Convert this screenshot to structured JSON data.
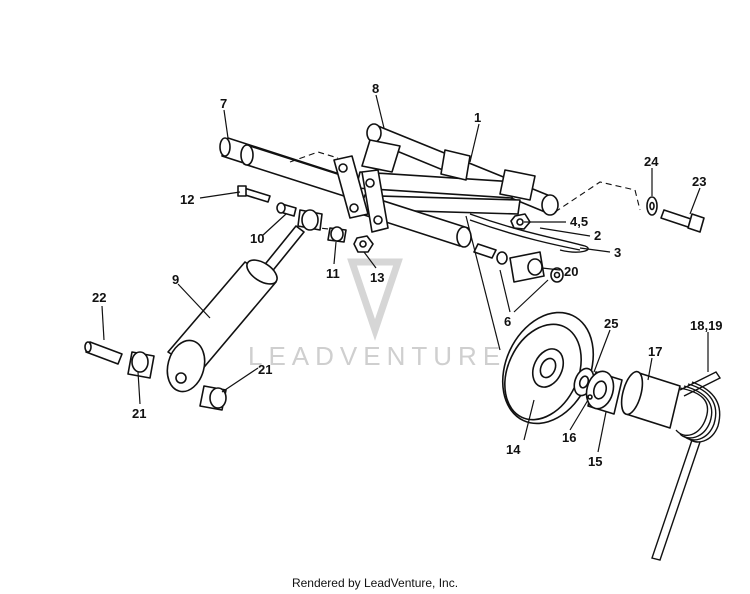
{
  "watermark": {
    "text": "LEADVENTURE"
  },
  "footer": {
    "text": "Rendered by LeadVenture, Inc."
  },
  "callouts": [
    {
      "id": "c1",
      "text": "1"
    },
    {
      "id": "c2",
      "text": "2"
    },
    {
      "id": "c3",
      "text": "3"
    },
    {
      "id": "c45",
      "text": "4,5"
    },
    {
      "id": "c6",
      "text": "6"
    },
    {
      "id": "c7",
      "text": "7"
    },
    {
      "id": "c8",
      "text": "8"
    },
    {
      "id": "c9",
      "text": "9"
    },
    {
      "id": "c10",
      "text": "10"
    },
    {
      "id": "c11",
      "text": "11"
    },
    {
      "id": "c12",
      "text": "12"
    },
    {
      "id": "c13",
      "text": "13"
    },
    {
      "id": "c14",
      "text": "14"
    },
    {
      "id": "c15",
      "text": "15"
    },
    {
      "id": "c16",
      "text": "16"
    },
    {
      "id": "c17",
      "text": "17"
    },
    {
      "id": "c1819",
      "text": "18,19"
    },
    {
      "id": "c20",
      "text": "20"
    },
    {
      "id": "c21a",
      "text": "21"
    },
    {
      "id": "c21b",
      "text": "21"
    },
    {
      "id": "c22",
      "text": "22"
    },
    {
      "id": "c23",
      "text": "23"
    },
    {
      "id": "c24",
      "text": "24"
    },
    {
      "id": "c25",
      "text": "25"
    }
  ]
}
